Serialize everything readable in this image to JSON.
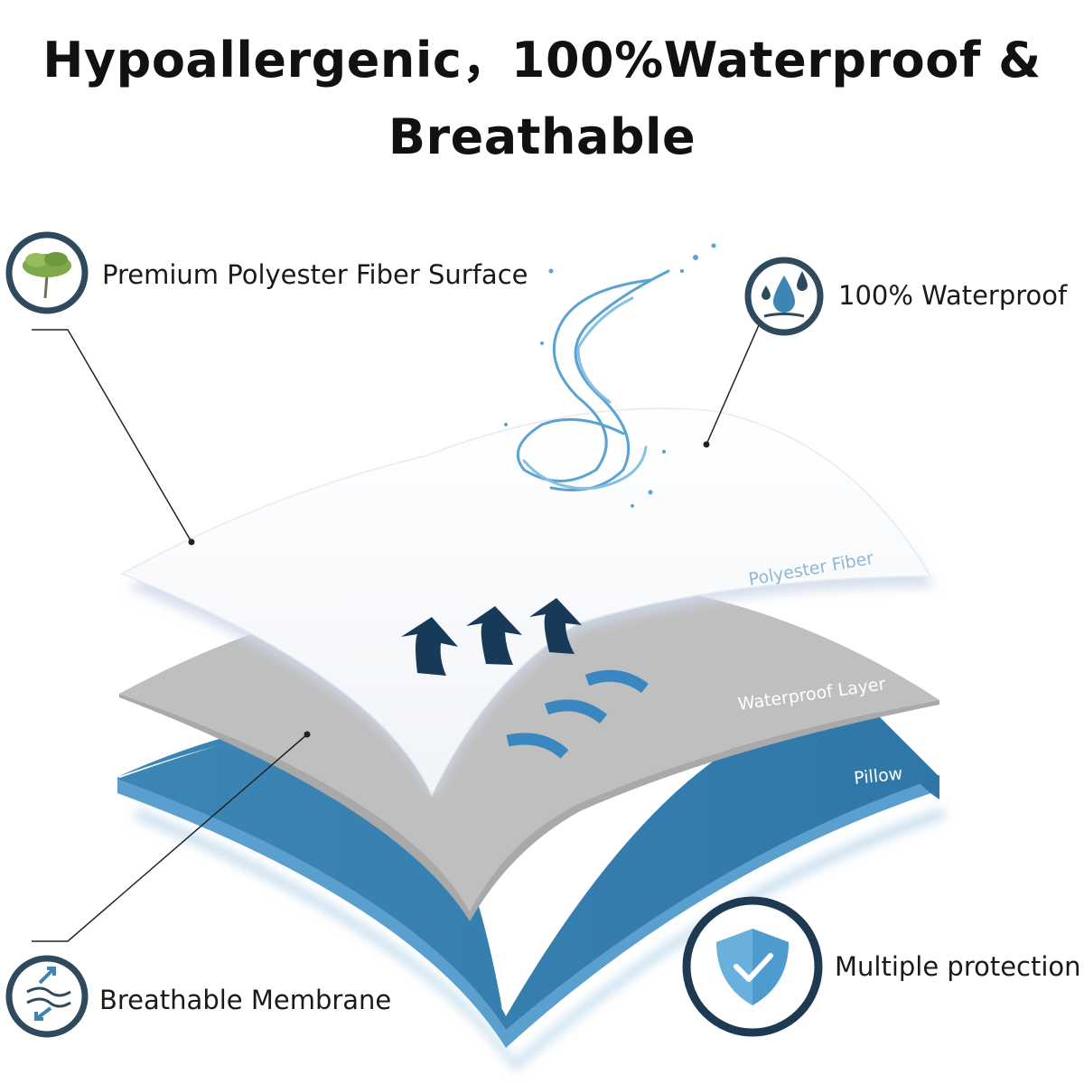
{
  "title": {
    "line1": "Hypoallergenic，100%Waterproof &",
    "line2": "Breathable"
  },
  "callouts": {
    "surface": "Premium Polyester Fiber Surface",
    "waterproof": "100% Waterproof",
    "breathable": "Breathable Membrane",
    "protection": "Multiple protection"
  },
  "layers": {
    "top": "Polyester Fiber",
    "middle": "Waterproof Layer",
    "bottom": "Pillow"
  },
  "icons": {
    "surface": "tree-icon",
    "waterproof": "water-drops-icon",
    "breathable": "airflow-icon",
    "protection": "shield-check-icon"
  },
  "colors": {
    "icon_ring": "#2f4a5c",
    "pillow_blue": "#3e85b4",
    "waterproof_gray": "#bdbdbd",
    "arrow_navy": "#163a58",
    "wave_blue": "#3a87bf"
  }
}
